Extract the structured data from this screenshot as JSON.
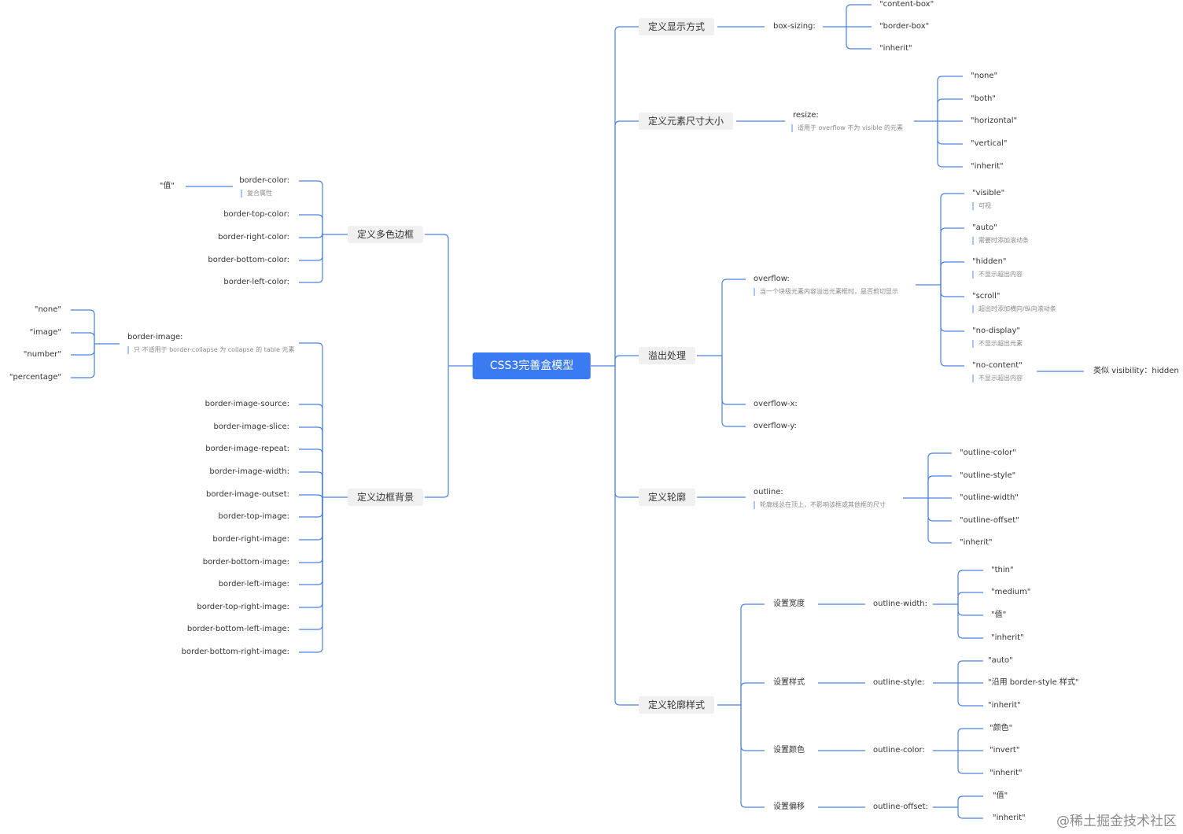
{
  "colors": {
    "line": "#4a80e8",
    "root": "#3a7af2",
    "topic_bg": "#f0f0f0"
  },
  "root": "CSS3完善盒模型",
  "left": {
    "multi_border": {
      "label": "定义多色边框",
      "props": [
        {
          "label": "border-color:",
          "note": "复合属性",
          "values": [
            "\"值\""
          ]
        },
        {
          "label": "border-top-color:"
        },
        {
          "label": "border-right-color:"
        },
        {
          "label": "border-bottom-color:"
        },
        {
          "label": "border-left-color:"
        }
      ]
    },
    "border_bg": {
      "label": "定义边框背景",
      "props": [
        {
          "label": "border-image:",
          "note": "只 不适用于 border-collapse 为 collapse 的 table 元素",
          "values": [
            "\"none\"",
            "\"image\"",
            "\"number\"",
            "\"percentage\""
          ]
        },
        {
          "label": "border-image-source:"
        },
        {
          "label": "border-image-slice:"
        },
        {
          "label": "border-image-repeat:"
        },
        {
          "label": "border-image-width:"
        },
        {
          "label": "border-image-outset:"
        },
        {
          "label": "border-top-image:"
        },
        {
          "label": "border-right-image:"
        },
        {
          "label": "border-bottom-image:"
        },
        {
          "label": "border-left-image:"
        },
        {
          "label": "border-top-right-image:"
        },
        {
          "label": "border-bottom-left-image:"
        },
        {
          "label": "border-bottom-right-image:"
        }
      ]
    }
  },
  "right": {
    "display": {
      "label": "定义显示方式",
      "prop": "box-sizing:",
      "values": [
        "\"content-box\"",
        "\"border-box\"",
        "\"inherit\""
      ]
    },
    "size": {
      "label": "定义元素尺寸大小",
      "prop": "resize:",
      "note": "适用于 overflow 不为 visible 的元素",
      "values": [
        "\"none\"",
        "\"both\"",
        "\"horizontal\"",
        "\"vertical\"",
        "\"inherit\""
      ]
    },
    "overflow": {
      "label": "溢出处理",
      "prop": "overflow:",
      "note": "当一个块级元素内容溢出元素框时，是否剪切显示",
      "values": [
        {
          "label": "\"visible\"",
          "note": "可视"
        },
        {
          "label": "\"auto\"",
          "note": "需要时添加滚动条"
        },
        {
          "label": "\"hidden\"",
          "note": "不显示超出内容"
        },
        {
          "label": "\"scroll\"",
          "note": "超出时添加横向/纵向滚动条"
        },
        {
          "label": "\"no-display\"",
          "note": "不显示超出元素"
        },
        {
          "label": "\"no-content\"",
          "note": "不显示超出内容",
          "extra": "类似 visibility：hidden"
        }
      ],
      "extra_props": [
        "overflow-x:",
        "overflow-y:"
      ]
    },
    "outline": {
      "label": "定义轮廓",
      "prop": "outline:",
      "note": "轮廓线总在顶上，不影响该框或其他框的尺寸",
      "values": [
        "\"outline-color\"",
        "\"outline-style\"",
        "\"outline-width\"",
        "\"outline-offset\"",
        "\"inherit\""
      ]
    },
    "outline_style": {
      "label": "定义轮廓样式",
      "items": [
        {
          "label": "设置宽度",
          "prop": "outline-width:",
          "values": [
            "\"thin\"",
            "\"medium\"",
            "\"值\"",
            "\"inherit\""
          ]
        },
        {
          "label": "设置样式",
          "prop": "outline-style:",
          "values": [
            "\"auto\"",
            "\"沿用 border-style 样式\"",
            "\"inherit\""
          ]
        },
        {
          "label": "设置颜色",
          "prop": "outline-color:",
          "values": [
            "\"颜色\"",
            "\"invert\"",
            "\"inherit\""
          ]
        },
        {
          "label": "设置偏移",
          "prop": "outline-offset:",
          "values": [
            "\"值\"",
            "\"inherit\""
          ]
        }
      ]
    }
  },
  "watermark": "@稀土掘金技术社区"
}
